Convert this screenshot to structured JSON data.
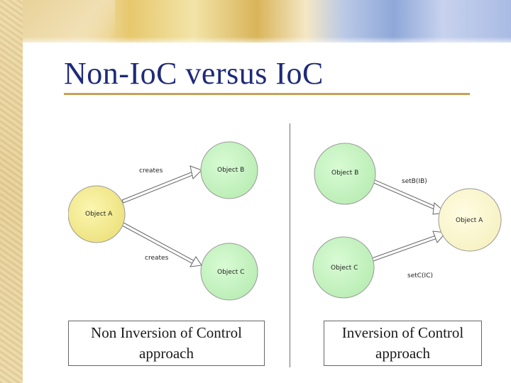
{
  "slide": {
    "title": "Non-IoC versus IoC"
  },
  "left_diagram": {
    "object_a": "Object A",
    "object_b": "Object B",
    "object_c": "Object C",
    "arrow_top_label": "creates",
    "arrow_bottom_label": "creates",
    "caption_line1": "Non Inversion of Control",
    "caption_line2": "approach"
  },
  "right_diagram": {
    "object_a": "Object A",
    "object_b": "Object B",
    "object_c": "Object C",
    "arrow_top_label": "setB(IB)",
    "arrow_bottom_label": "setC(IC)",
    "caption_line1": "Inversion of Control",
    "caption_line2": "approach"
  },
  "colors": {
    "object_a_fill": "#fbf6c0",
    "object_a_fill_left": "#f4ec86",
    "object_bc_fill": "#c4f4c0",
    "title_color": "#1f2a7a",
    "rule_color": "#c8a155"
  }
}
